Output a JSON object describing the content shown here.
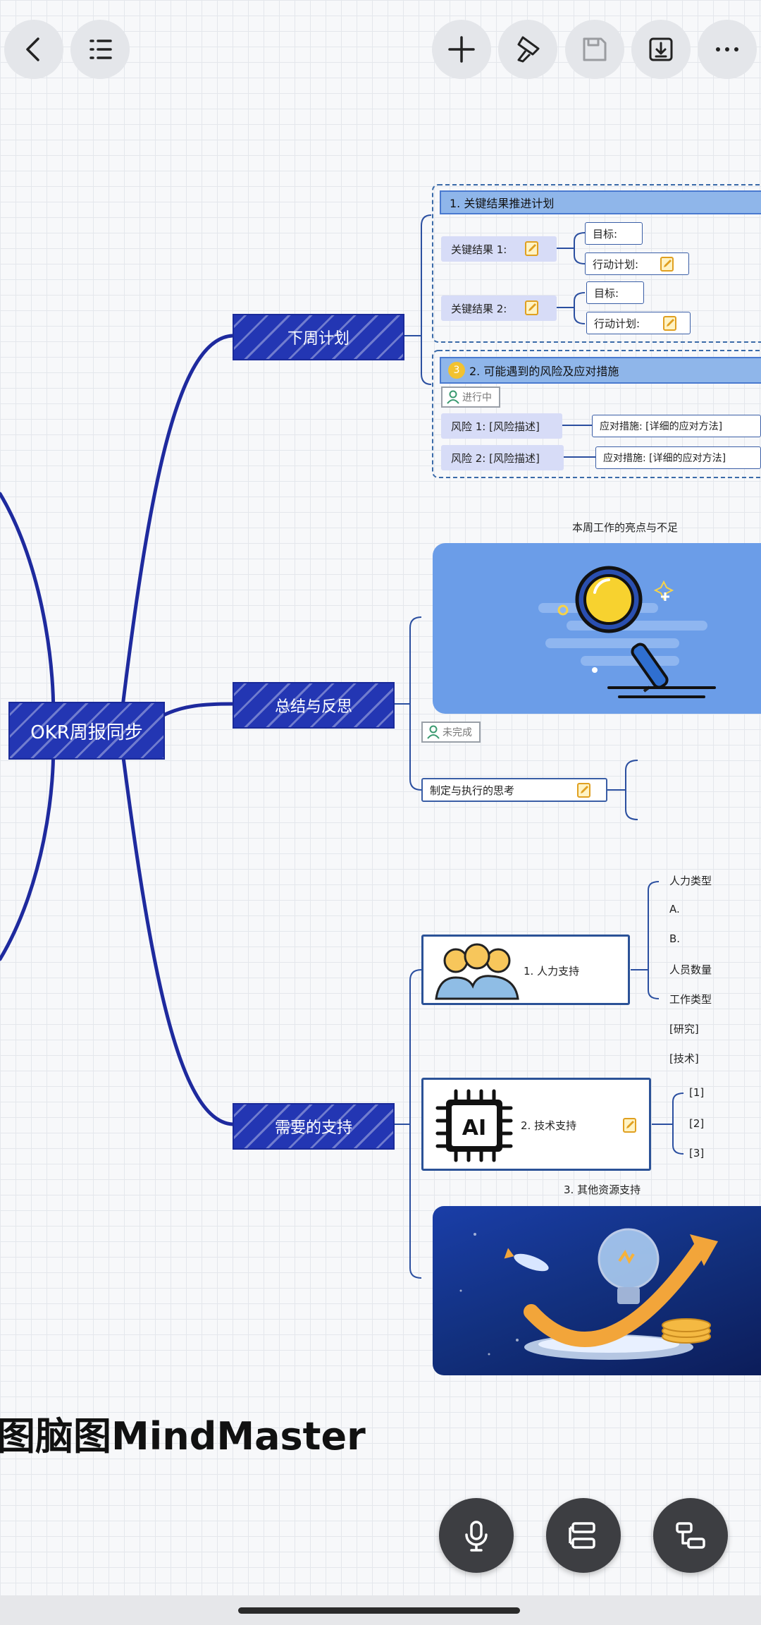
{
  "toolbar": {
    "back_icon": "chevron-left-icon",
    "outline_icon": "list-icon",
    "add_icon": "plus-icon",
    "format_icon": "brush-icon",
    "save_icon": "save-icon",
    "export_icon": "download-icon",
    "more_icon": "more-icon"
  },
  "mindmap": {
    "central": "OKR周报同步",
    "branches": {
      "next_week": "下周计划",
      "summary": "总结与反思",
      "support": "需要的支持"
    },
    "next_week": {
      "section1_title": "1. 关键结果推进计划",
      "kr1": "关键结果 1:",
      "kr2": "关键结果 2:",
      "goal": "目标:",
      "action": "行动计划:",
      "section2_badge": "3",
      "section2_title": "2. 可能遇到的风险及应对措施",
      "status": "进行中",
      "risk1": "风险 1: [风险描述]",
      "risk2": "风险 2: [风险描述]",
      "measure1": "应对措施: [详细的应对方法]",
      "measure2": "应对措施: [详细的应对方法]"
    },
    "summary": {
      "image_caption": "本周工作的亮点与不足",
      "status": "未完成",
      "thinking": "制定与执行的思考"
    },
    "support": {
      "human": "1. 人力支持",
      "human_children": [
        "人力类型",
        "A.",
        "B.",
        "人员数量",
        "工作类型",
        "[研究]",
        "[技术]"
      ],
      "tech": "2. 技术支持",
      "ai_label": "AI",
      "tech_children": [
        "[1]",
        "[2]",
        "[3]"
      ],
      "other": "3. 其他资源支持"
    }
  },
  "watermark": "图脑图MindMaster",
  "bottom_actions": {
    "voice_icon": "microphone-icon",
    "layout_icon": "layout-icon",
    "subtopic_icon": "subtopic-icon"
  },
  "colors": {
    "topic_blue": "#2336b3",
    "line_blue": "#1e2a9e",
    "pill_bg": "#d7dcf7"
  }
}
